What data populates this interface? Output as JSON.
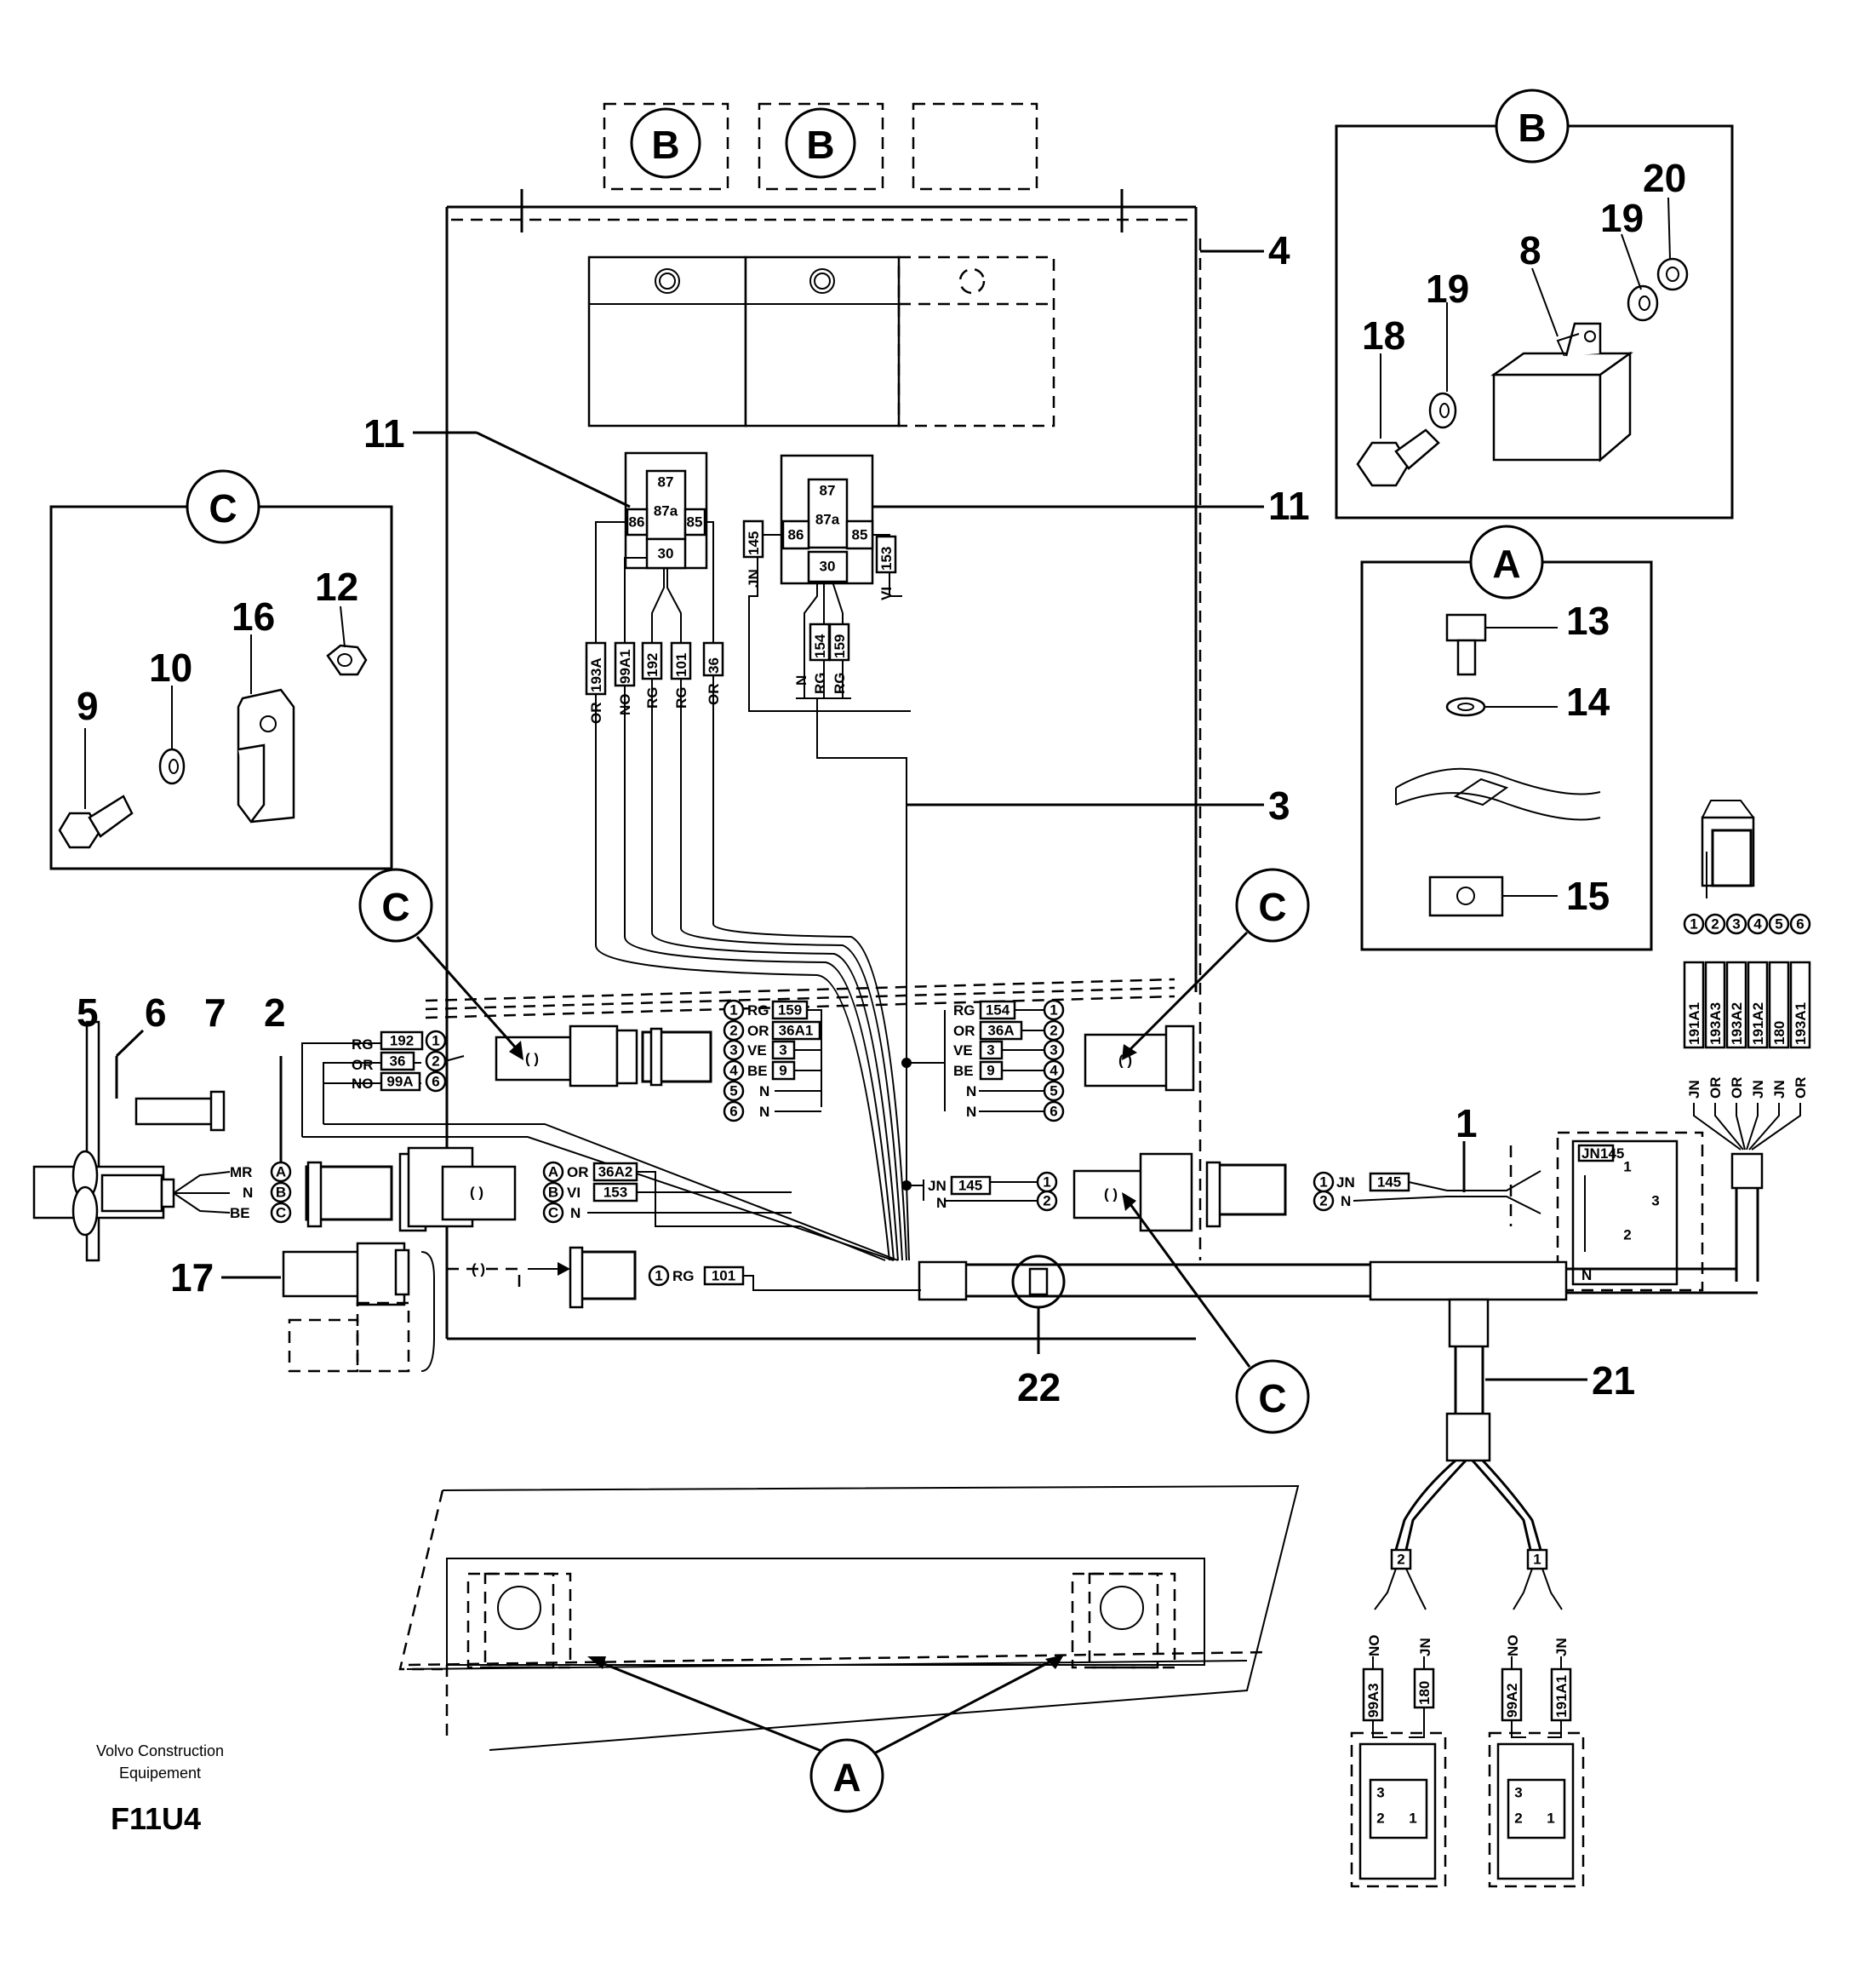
{
  "callouts": {
    "c1": "1",
    "c2": "2",
    "c3": "3",
    "c4": "4",
    "c5": "5",
    "c6": "6",
    "c7": "7",
    "c8": "8",
    "c9": "9",
    "c10": "10",
    "c11a": "11",
    "c11b": "11",
    "c12": "12",
    "c13": "13",
    "c14": "14",
    "c15": "15",
    "c16": "16",
    "c17": "17",
    "c18": "18",
    "c19a": "19",
    "c19b": "19",
    "c20": "20",
    "c21": "21",
    "c22": "22"
  },
  "circles": {
    "b1": "B",
    "b2": "B",
    "b_detail": "B",
    "c_detail": "C",
    "c_left": "C",
    "c_right": "C",
    "c_bottom": "C",
    "a_detail": "A",
    "a_bottom": "A"
  },
  "relay_left": {
    "t87": "87",
    "t87a": "87a",
    "t86": "86",
    "t85": "85",
    "t30": "30"
  },
  "relay_right": {
    "t87": "87",
    "t87a": "87a",
    "t86": "86",
    "t85": "85",
    "t30": "30"
  },
  "wires_relay_left": [
    {
      "color": "OR",
      "code": "193A"
    },
    {
      "color": "NO",
      "code": "99A1"
    },
    {
      "color": "RG",
      "code": "192"
    },
    {
      "color": "RG",
      "code": "101"
    },
    {
      "color": "OR",
      "code": "36"
    }
  ],
  "wires_relay_right": {
    "jn_145": {
      "color": "JN",
      "code": "145"
    },
    "vi_153": {
      "color": "VI",
      "code": "153"
    },
    "bottom": [
      {
        "color": "N",
        "code": ""
      },
      {
        "color": "RG",
        "code": "154"
      },
      {
        "color": "RG",
        "code": "159"
      }
    ]
  },
  "conn_left_a": [
    {
      "color": "RG",
      "code": "192",
      "pin": "1"
    },
    {
      "color": "OR",
      "code": "36",
      "pin": "2"
    },
    {
      "color": "NO",
      "code": "99A",
      "pin": "6"
    }
  ],
  "conn_left_b": [
    {
      "pin": "1",
      "color": "RG",
      "code": "159"
    },
    {
      "pin": "2",
      "color": "OR",
      "code": "36A1"
    },
    {
      "pin": "3",
      "color": "VE",
      "code": "3"
    },
    {
      "pin": "4",
      "color": "BE",
      "code": "9"
    },
    {
      "pin": "5",
      "color": "N",
      "code": ""
    },
    {
      "pin": "6",
      "color": "N",
      "code": ""
    }
  ],
  "conn_right_a": [
    {
      "color": "RG",
      "code": "154",
      "pin": "1"
    },
    {
      "color": "OR",
      "code": "36A",
      "pin": "2"
    },
    {
      "color": "VE",
      "code": "3",
      "pin": "3"
    },
    {
      "color": "BE",
      "code": "9",
      "pin": "4"
    },
    {
      "color": "N",
      "code": "",
      "pin": "5"
    },
    {
      "color": "N",
      "code": "",
      "pin": "6"
    }
  ],
  "sensor_pins": [
    {
      "color": "MR",
      "pin": "A"
    },
    {
      "color": "N",
      "pin": "B"
    },
    {
      "color": "BE",
      "pin": "C"
    }
  ],
  "sensor_conn": [
    {
      "pin": "A",
      "color": "OR",
      "code": "36A2"
    },
    {
      "pin": "B",
      "color": "VI",
      "code": "153"
    },
    {
      "pin": "C",
      "color": "N",
      "code": ""
    }
  ],
  "mid_conn": [
    {
      "color": "JN",
      "code": "145",
      "pin": "1"
    },
    {
      "color": "N",
      "code": "",
      "pin": "2"
    }
  ],
  "pin17": {
    "pin": "1",
    "color": "RG",
    "code": "101"
  },
  "switch_conn": [
    {
      "pin": "1",
      "color": "JN",
      "code": "145"
    },
    {
      "pin": "2",
      "color": "N",
      "code": ""
    }
  ],
  "switch": {
    "label_jn": "JN",
    "label_145": "145",
    "label_n": "N",
    "t1": "1",
    "t2": "2",
    "t3": "3"
  },
  "plug_pins": [
    "1",
    "2",
    "3",
    "4",
    "5",
    "6"
  ],
  "plug_wires": [
    {
      "color": "JN",
      "code": "191A1"
    },
    {
      "color": "OR",
      "code": "193A3"
    },
    {
      "color": "OR",
      "code": "193A2"
    },
    {
      "color": "JN",
      "code": "191A2"
    },
    {
      "color": "JN",
      "code": "180"
    },
    {
      "color": "OR",
      "code": "193A1"
    }
  ],
  "bottom_left_plug": {
    "index": "2",
    "wires": [
      {
        "color": "NO",
        "code": "99A3"
      },
      {
        "color": "JN",
        "code": "180"
      }
    ],
    "t1": "1",
    "t2": "2",
    "t3": "3"
  },
  "bottom_right_plug": {
    "index": "1",
    "wires": [
      {
        "color": "NO",
        "code": "99A2"
      },
      {
        "color": "JN",
        "code": "191A1"
      }
    ],
    "t1": "1",
    "t2": "2",
    "t3": "3"
  },
  "caption": {
    "line1": "Volvo Construction",
    "line2": "Equipement",
    "code": "F11U4"
  }
}
